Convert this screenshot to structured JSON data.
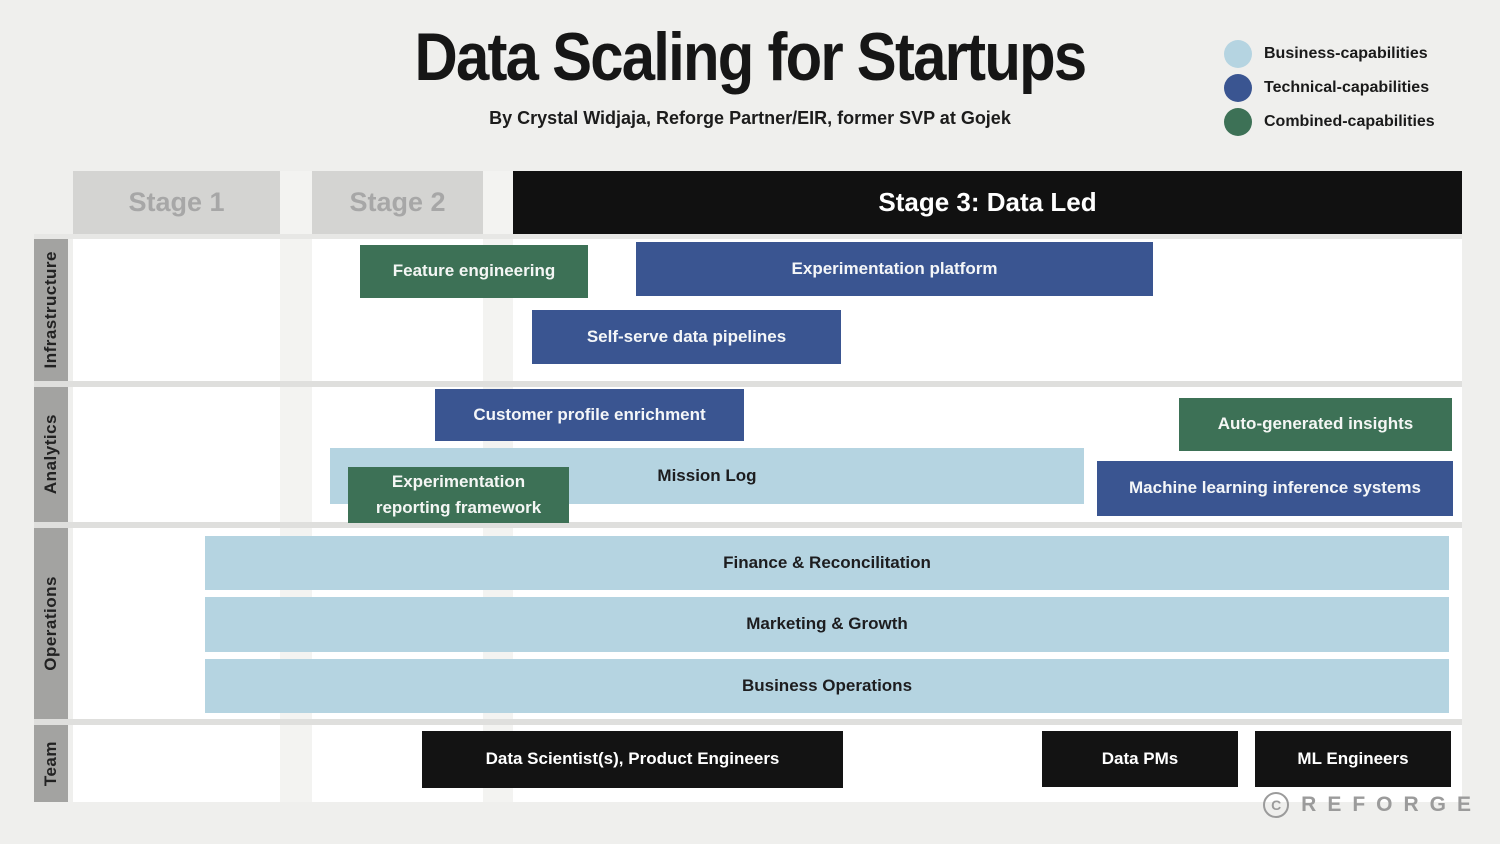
{
  "title": "Data Scaling for Startups",
  "subtitle": "By Crystal Widjaja, Reforge Partner/EIR, former SVP at Gojek",
  "legend": {
    "items": [
      {
        "label": "Business-capabilities",
        "color": "#b5d4e1",
        "type": "business"
      },
      {
        "label": "Technical-capabilities",
        "color": "#3a5591",
        "type": "technical"
      },
      {
        "label": "Combined-capabilities",
        "color": "#3d7156",
        "type": "combined"
      }
    ]
  },
  "stages": [
    {
      "label": "Stage 1"
    },
    {
      "label": "Stage 2"
    },
    {
      "label": "Stage 3: Data Led"
    }
  ],
  "rows": [
    {
      "label": "Infrastructure"
    },
    {
      "label": "Analytics"
    },
    {
      "label": "Operations"
    },
    {
      "label": "Team"
    }
  ],
  "bars": {
    "feature_engineering": {
      "label": "Feature engineering",
      "category": "combined",
      "row": "Infrastructure"
    },
    "experimentation_platform": {
      "label": "Experimentation platform",
      "category": "technical",
      "row": "Infrastructure"
    },
    "self_serve_data_pipelines": {
      "label": "Self-serve data pipelines",
      "category": "technical",
      "row": "Infrastructure"
    },
    "customer_profile_enrichment": {
      "label": "Customer profile enrichment",
      "category": "technical",
      "row": "Analytics"
    },
    "auto_generated_insights": {
      "label": "Auto-generated insights",
      "category": "combined",
      "row": "Analytics"
    },
    "mission_log": {
      "label": "Mission Log",
      "category": "business",
      "row": "Analytics"
    },
    "experimentation_reporting_framework": {
      "label": "Experimentation reporting framework",
      "category": "combined",
      "row": "Analytics"
    },
    "machine_learning_inference_systems": {
      "label": "Machine learning inference systems",
      "category": "technical",
      "row": "Analytics"
    },
    "finance_reconcilitation": {
      "label": "Finance & Reconcilitation",
      "category": "business",
      "row": "Operations"
    },
    "marketing_growth": {
      "label": "Marketing & Growth",
      "category": "business",
      "row": "Operations"
    },
    "business_operations": {
      "label": "Business Operations",
      "category": "business",
      "row": "Operations"
    },
    "data_scientists_product_engineers": {
      "label": "Data Scientist(s), Product Engineers",
      "category": "team",
      "row": "Team"
    },
    "data_pms": {
      "label": "Data PMs",
      "category": "team",
      "row": "Team"
    },
    "ml_engineers": {
      "label": "ML Engineers",
      "category": "team",
      "row": "Team"
    }
  },
  "footer": {
    "copyright_symbol": "C",
    "logo_text": "REFORGE"
  },
  "colors": {
    "business": "#b5d4e1",
    "technical": "#3a5591",
    "combined": "#3d7156",
    "team_box": "#131313",
    "stage_header_inactive_bg": "#d4d4d2",
    "stage_header_active_bg": "#111111",
    "row_label_bg": "#a3a3a1",
    "page_bg": "#efefed"
  }
}
